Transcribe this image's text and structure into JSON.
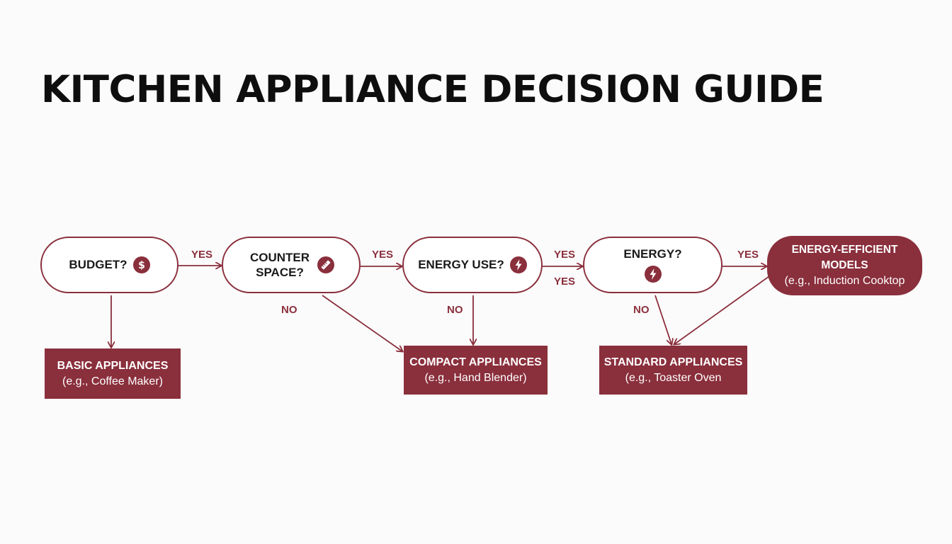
{
  "title": "KITCHEN APPLIANCE DECISION GUIDE",
  "colors": {
    "accent": "#8a2f3c",
    "text": "#111111",
    "background": "#fbfbfb"
  },
  "decisions": [
    {
      "label": "BUDGET?",
      "icon": "dollar-icon"
    },
    {
      "label": "COUNTER SPACE?",
      "icon": "ruler-icon"
    },
    {
      "label": "ENERGY USE?",
      "icon": "lightning-icon"
    },
    {
      "label": "ENERGY?",
      "icon": "lightning-icon"
    }
  ],
  "outcomes": [
    {
      "title": "BASIC APPLIANCES",
      "example": "(e.g., Coffee Maker)"
    },
    {
      "title": "COMPACT APPLIANCES",
      "example": "(e.g., Hand Blender)"
    },
    {
      "title": "STANDARD APPLIANCES",
      "example": "(e.g., Toaster Oven"
    },
    {
      "title": "ENERGY-EFFICIENT MODELS",
      "example": "(e.g., Induction Cooktop"
    }
  ],
  "edge_labels": {
    "yes_1": "YES",
    "yes_2": "YES",
    "yes_3a": "YES",
    "yes_3b": "YES",
    "yes_4": "YES",
    "no_2": "NO",
    "no_3": "NO",
    "no_4": "NO"
  }
}
